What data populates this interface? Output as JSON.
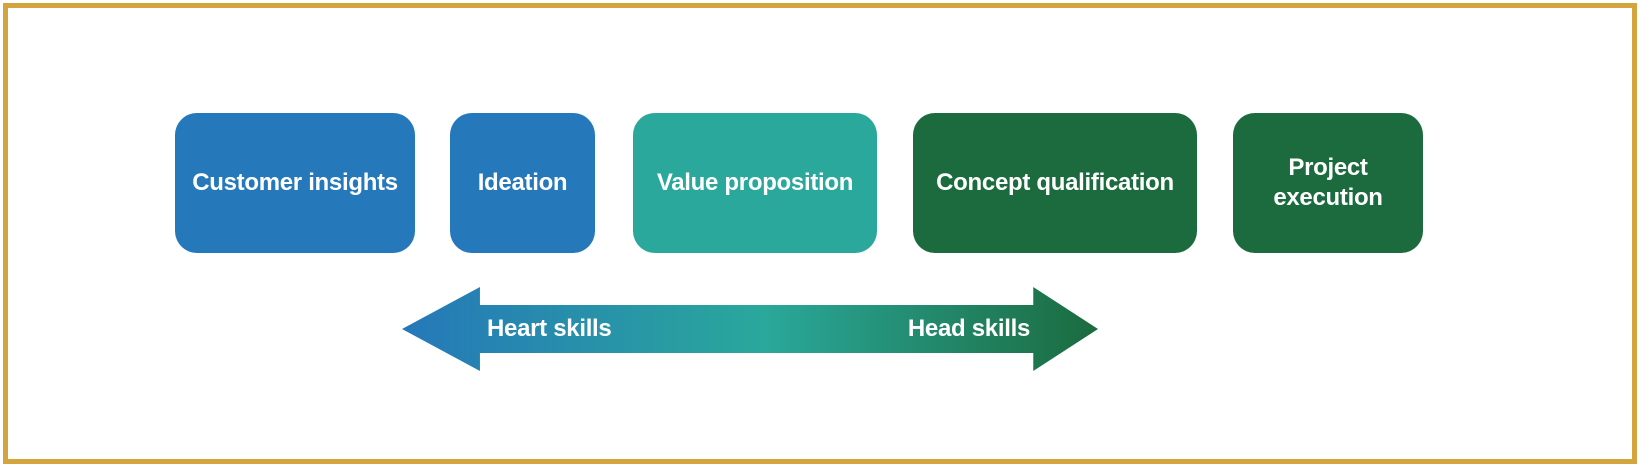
{
  "diagram": {
    "type": "process-flow",
    "stages": [
      {
        "label": "Customer insights",
        "color": "#2578b9"
      },
      {
        "label": "Ideation",
        "color": "#2578b9"
      },
      {
        "label": "Value proposition",
        "color": "#2aa89b"
      },
      {
        "label": "Concept qualification",
        "color": "#1b6b3e"
      },
      {
        "label": "Project execution",
        "color": "#1b6b3e"
      }
    ],
    "arrow": {
      "left_label": "Heart skills",
      "right_label": "Head skills",
      "gradient": [
        "#2578b9",
        "#2aa89b",
        "#1b6b3e"
      ]
    },
    "colors": {
      "border": "#d4a43e",
      "background": "#ffffff",
      "text": "#ffffff"
    }
  }
}
